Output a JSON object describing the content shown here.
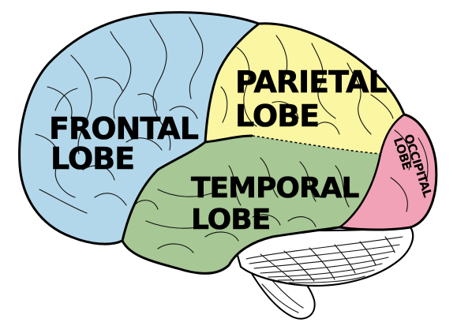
{
  "diagram": {
    "lobes": {
      "frontal": {
        "line1": "FRONTAL",
        "line2": "LOBE",
        "color": "#b3d7ea"
      },
      "parietal": {
        "line1": "PARIETAL",
        "line2": "LOBE",
        "color": "#fbf6a2"
      },
      "temporal": {
        "line1": "TEMPORAL",
        "line2": "LOBE",
        "color": "#a7c794"
      },
      "occipital": {
        "line1": "OCCIPITAL",
        "line2": "LOBE",
        "color": "#f2a2b6"
      }
    },
    "cerebellum_color": "#ffffff",
    "brainstem_color": "#ffffff",
    "outline_color": "#000000"
  }
}
